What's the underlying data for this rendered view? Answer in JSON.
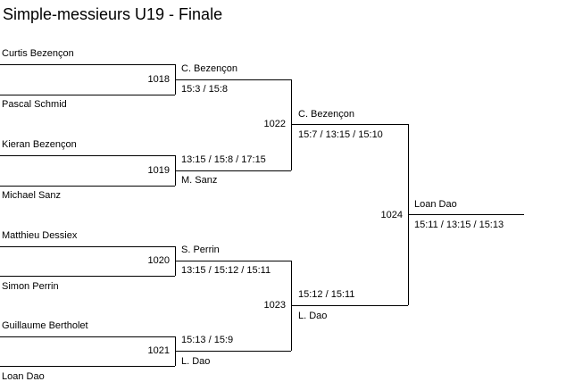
{
  "title": "Simple-messieurs U19 - Finale",
  "players": [
    "Curtis Bezençon",
    "Pascal Schmid",
    "Kieran Bezençon",
    "Michael Sanz",
    "Matthieu Dessiex",
    "Simon Perrin",
    "Guillaume Bertholet",
    "Loan Dao"
  ],
  "matches": {
    "m1018": {
      "id": "1018",
      "winner": "C. Bezençon",
      "score": "15:3 / 15:8"
    },
    "m1019": {
      "id": "1019",
      "winner": "M. Sanz",
      "score": "13:15 / 15:8 / 17:15"
    },
    "m1020": {
      "id": "1020",
      "winner": "S. Perrin",
      "score": "13:15 / 15:12 / 15:11"
    },
    "m1021": {
      "id": "1021",
      "winner": "L. Dao",
      "score": "15:13 / 15:9"
    },
    "m1022": {
      "id": "1022",
      "winner": "C. Bezençon",
      "score": "15:7 / 13:15 / 15:10"
    },
    "m1023": {
      "id": "1023",
      "winner": "L. Dao",
      "score": "15:12 / 15:11"
    },
    "m1024": {
      "id": "1024",
      "winner": "Loan Dao",
      "score": "15:11 / 13:15 / 15:13"
    }
  }
}
